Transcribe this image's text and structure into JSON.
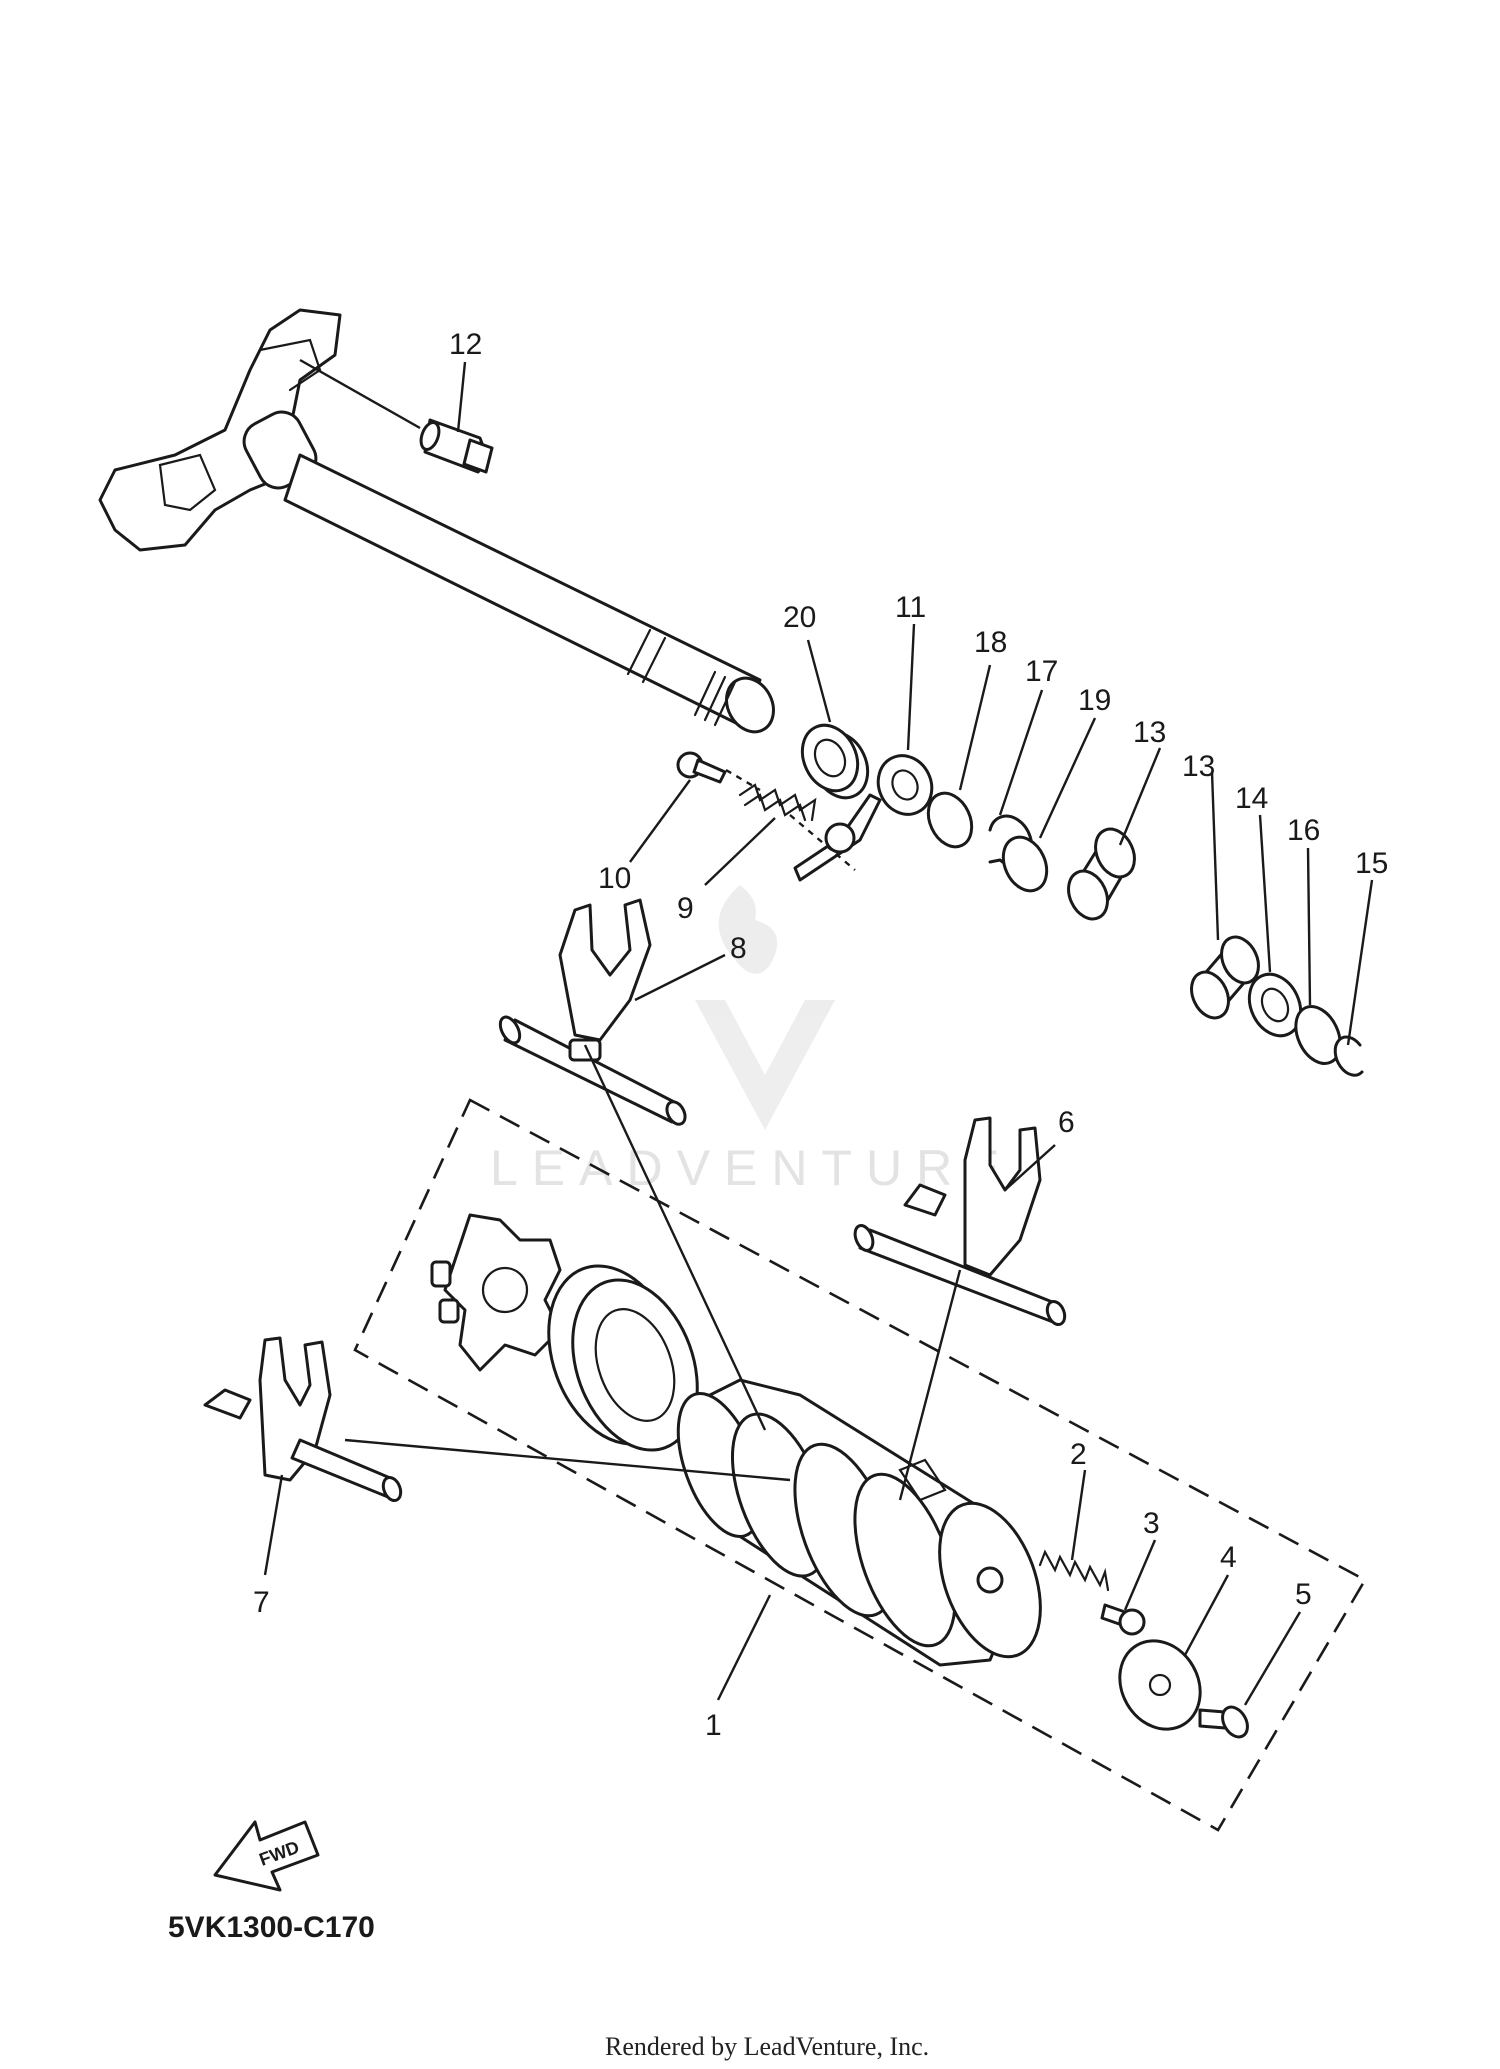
{
  "diagram": {
    "callouts": [
      {
        "id": "c12",
        "label": "12"
      },
      {
        "id": "c20",
        "label": "20"
      },
      {
        "id": "c11",
        "label": "11"
      },
      {
        "id": "c18",
        "label": "18"
      },
      {
        "id": "c17",
        "label": "17"
      },
      {
        "id": "c19",
        "label": "19"
      },
      {
        "id": "c13a",
        "label": "13"
      },
      {
        "id": "c13b",
        "label": "13"
      },
      {
        "id": "c14",
        "label": "14"
      },
      {
        "id": "c16",
        "label": "16"
      },
      {
        "id": "c15",
        "label": "15"
      },
      {
        "id": "c10",
        "label": "10"
      },
      {
        "id": "c9",
        "label": "9"
      },
      {
        "id": "c8",
        "label": "8"
      },
      {
        "id": "c6",
        "label": "6"
      },
      {
        "id": "c7",
        "label": "7"
      },
      {
        "id": "c2",
        "label": "2"
      },
      {
        "id": "c3",
        "label": "3"
      },
      {
        "id": "c4",
        "label": "4"
      },
      {
        "id": "c5",
        "label": "5"
      },
      {
        "id": "c1",
        "label": "1"
      }
    ],
    "fwd_label": "FWD",
    "part_code": "5VK1300-C170",
    "watermark": "LEADVENTURE",
    "credit": "Rendered by LeadVenture, Inc."
  },
  "colors": {
    "ink": "#1a1a1a",
    "watermark": "#e3e3e3",
    "background": "#ffffff"
  }
}
